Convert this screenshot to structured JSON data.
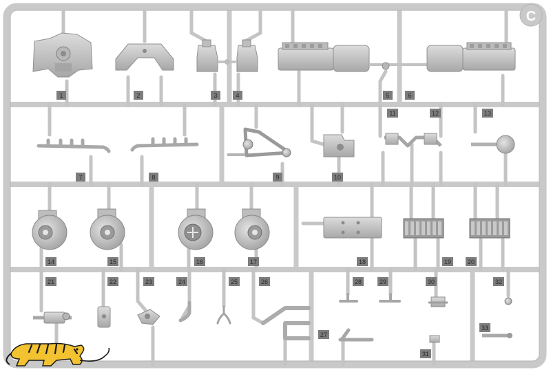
{
  "sprue": {
    "letter": "C",
    "frame_color": "#cdcdcd",
    "shade_color": "#a9a9a9",
    "dark_color": "#8f8f8f",
    "tab_color": "#7d7d7d"
  },
  "part_labels": {
    "p1": "1",
    "p2": "2",
    "p3": "3",
    "p4": "4",
    "p5": "5",
    "p6": "6",
    "p7": "7",
    "p8": "8",
    "p9": "9",
    "p10": "10",
    "p11": "11",
    "p12": "12",
    "p13": "13",
    "p14": "14",
    "p15": "15",
    "p16": "16",
    "p17": "17",
    "p18": "18",
    "p19": "19",
    "p20": "20",
    "p21": "21",
    "p22": "22",
    "p23": "23",
    "p24": "24",
    "p25": "25",
    "p26": "26",
    "p27": "27",
    "p28": "28",
    "p29": "29",
    "p30": "30",
    "p31": "31",
    "p32": "32",
    "p33": "33"
  },
  "logo": {
    "name": "tiger-logo",
    "body_color": "#f2c230",
    "stripe_color": "#1a1a1a"
  }
}
